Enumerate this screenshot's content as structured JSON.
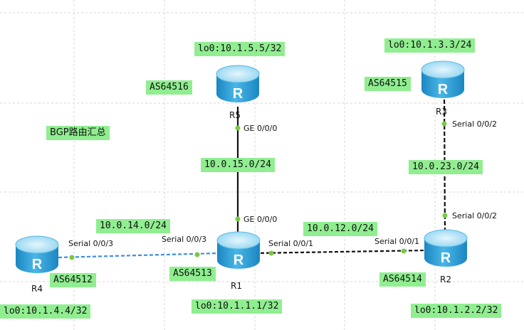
{
  "colors": {
    "label_bg": "#90ee90",
    "grid": "#d6d6d6",
    "router_light": "#bfe8f7",
    "router_dark": "#2aa3dc",
    "port_dot": "#7ac943",
    "link_solid": "#111111",
    "link_blue_dashed": "#3b8fe0"
  },
  "title": "BGP路由汇总",
  "routers": {
    "r5": {
      "name": "R5",
      "as": "AS64516",
      "loopback": "lo0:10.1.5.5/32"
    },
    "r3": {
      "name": "R3",
      "as": "AS64515",
      "loopback": "lo0:10.1.3.3/24"
    },
    "r1": {
      "name": "R1",
      "as": "AS64513",
      "loopback": "lo0:10.1.1.1/32"
    },
    "r2": {
      "name": "R2",
      "as": "AS64514",
      "loopback": "lo0:10.1.2.2/32"
    },
    "r4": {
      "name": "R4",
      "as": "AS64512",
      "loopback": "lo0:10.1.4.4/32"
    }
  },
  "networks": {
    "r5_r1": "10.0.15.0/24",
    "r3_r2": "10.0.23.0/24",
    "r4_r1": "10.0.14.0/24",
    "r1_r2": "10.0.12.0/24"
  },
  "ports": {
    "r5_ge": "GE 0/0/0",
    "r1_ge": "GE 0/0/0",
    "r3_serial": "Serial 0/0/2",
    "r2_serial_top": "Serial 0/0/2",
    "r4_serial": "Serial 0/0/3",
    "r1_serial_left": "Serial 0/0/3",
    "r1_serial_right": "Serial 0/0/1",
    "r2_serial_left": "Serial 0/0/1"
  },
  "router_icon_letter": "R"
}
